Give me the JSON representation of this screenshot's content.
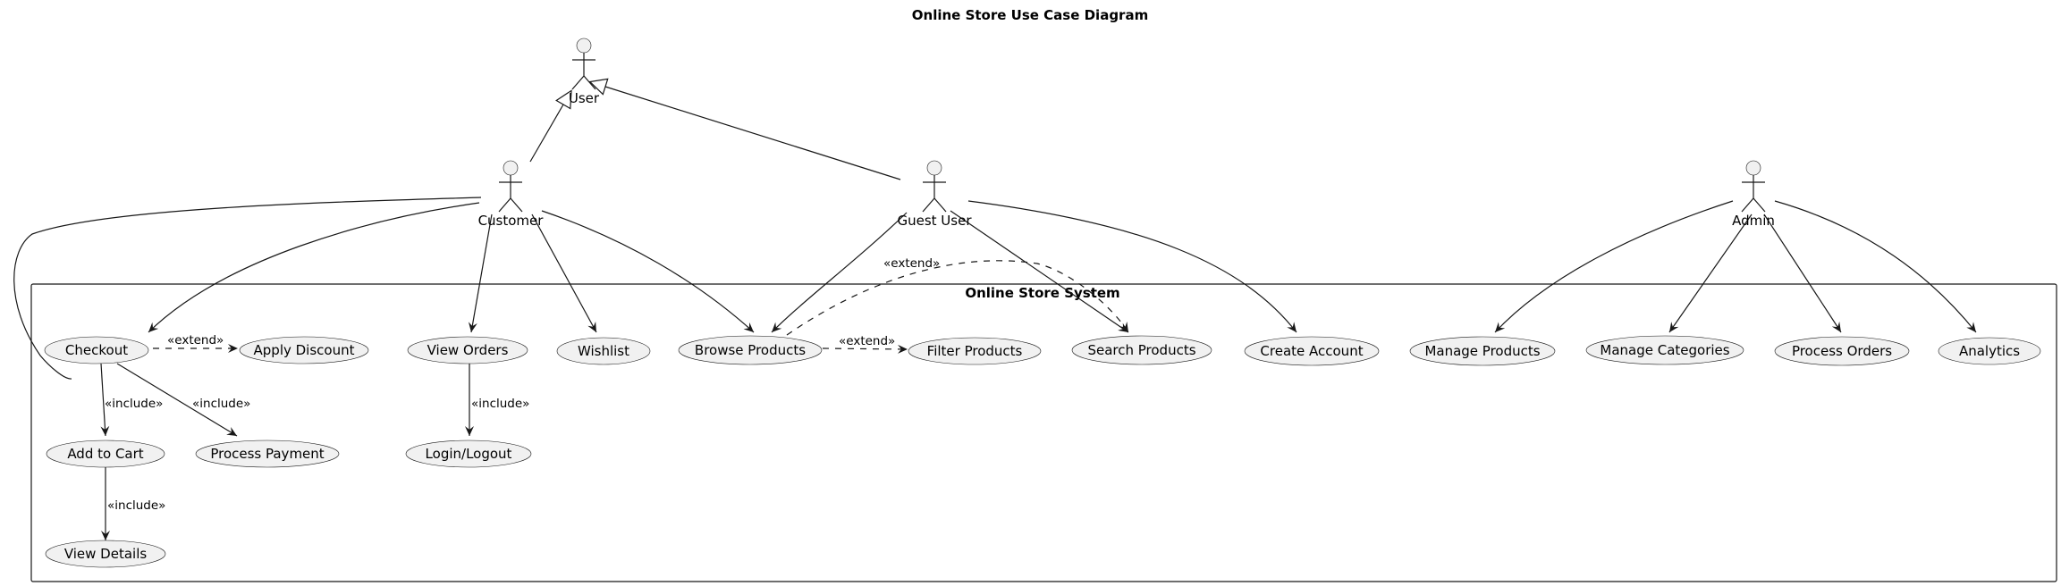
{
  "diagram": {
    "title": "Online Store Use Case Diagram",
    "system_name": "Online Store System",
    "actors": {
      "user": "User",
      "customer": "Customer",
      "guest": "Guest User",
      "admin": "Admin"
    },
    "use_cases": {
      "checkout": "Checkout",
      "apply_discount": "Apply Discount",
      "add_to_cart": "Add to Cart",
      "process_payment": "Process Payment",
      "view_details": "View Details",
      "view_orders": "View Orders",
      "login_logout": "Login/Logout",
      "wishlist": "Wishlist",
      "browse_products": "Browse Products",
      "filter_products": "Filter Products",
      "search_products": "Search Products",
      "create_account": "Create Account",
      "manage_products": "Manage Products",
      "manage_categories": "Manage Categories",
      "process_orders": "Process Orders",
      "analytics": "Analytics"
    },
    "stereotypes": {
      "extend": "«extend»",
      "include": "«include»"
    }
  }
}
